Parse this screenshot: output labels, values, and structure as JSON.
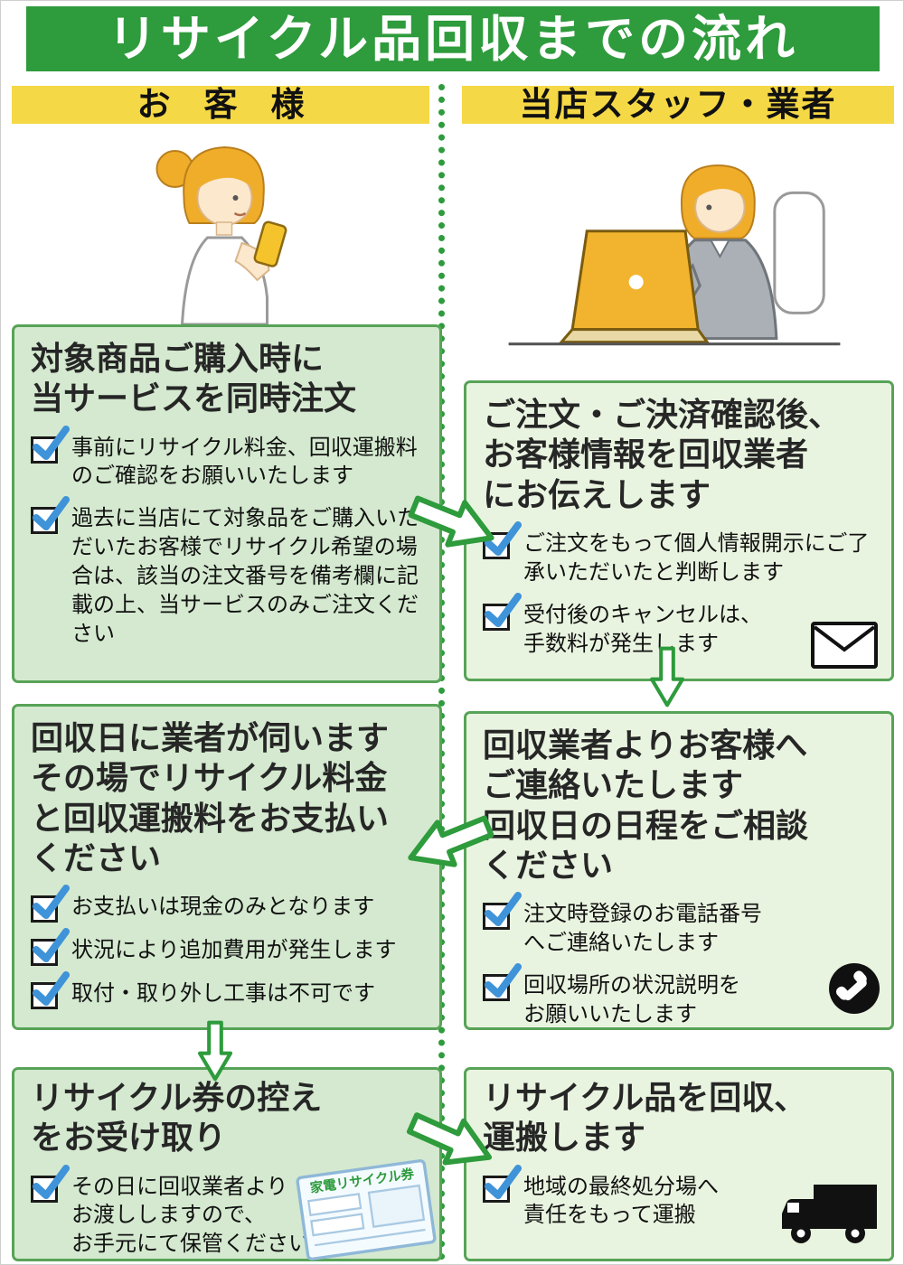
{
  "title": "リサイクル品回収までの流れ",
  "headers": {
    "customer": "お　客　様",
    "staff": "当店スタッフ・業者"
  },
  "boxes": {
    "l1": {
      "title": "対象商品ご購入時に\n当サービスを同時注文",
      "items": [
        "事前にリサイクル料金、回収運搬料のご確認をお願いいたします",
        "過去に当店にて対象品をご購入いただいたお客様でリサイクル希望の場合は、該当の注文番号を備考欄に記載の上、当サービスのみご注文ください"
      ]
    },
    "r1": {
      "title": "ご注文・ご決済確認後、\nお客様情報を回収業者\nにお伝えします",
      "items": [
        "ご注文をもって個人情報開示にご了承いただいたと判断します",
        "受付後のキャンセルは、\n手数料が発生します"
      ]
    },
    "l2": {
      "title": "回収日に業者が伺います\nその場でリサイクル料金\nと回収運搬料をお支払い\nください",
      "items": [
        "お支払いは現金のみとなります",
        "状況により追加費用が発生します",
        "取付・取り外し工事は不可です"
      ]
    },
    "r2": {
      "title": "回収業者よりお客様へ\nご連絡いたします\n回収日の日程をご相談\nください",
      "items": [
        "注文時登録のお電話番号\nへご連絡いたします",
        "回収場所の状況説明を\nお願いいたします"
      ]
    },
    "l3": {
      "title": "リサイクル券の控え\nをお受け取り",
      "items": [
        "その日に回収業者より\nお渡ししますので、\nお手元にて保管ください"
      ]
    },
    "r3": {
      "title": "リサイクル品を回収、\n運搬します",
      "items": [
        "地域の最終処分場へ\n責任をもって運搬"
      ]
    }
  },
  "ticket": {
    "label": "家電リサイクル券"
  },
  "icons": {
    "envelope": "envelope-icon",
    "phone": "phone-icon",
    "truck": "truck-icon",
    "ticket": "recycle-ticket-illustration",
    "checkbox": "checkbox-icon"
  },
  "colors": {
    "banner_green": "#2e9b3c",
    "header_yellow": "#f5d845",
    "box_bg_customer": "#d4e9cf",
    "box_bg_staff": "#e9f4e0",
    "box_border": "#57a357",
    "check_blue": "#3f93d8",
    "arrow_green": "#2e9b3c"
  }
}
